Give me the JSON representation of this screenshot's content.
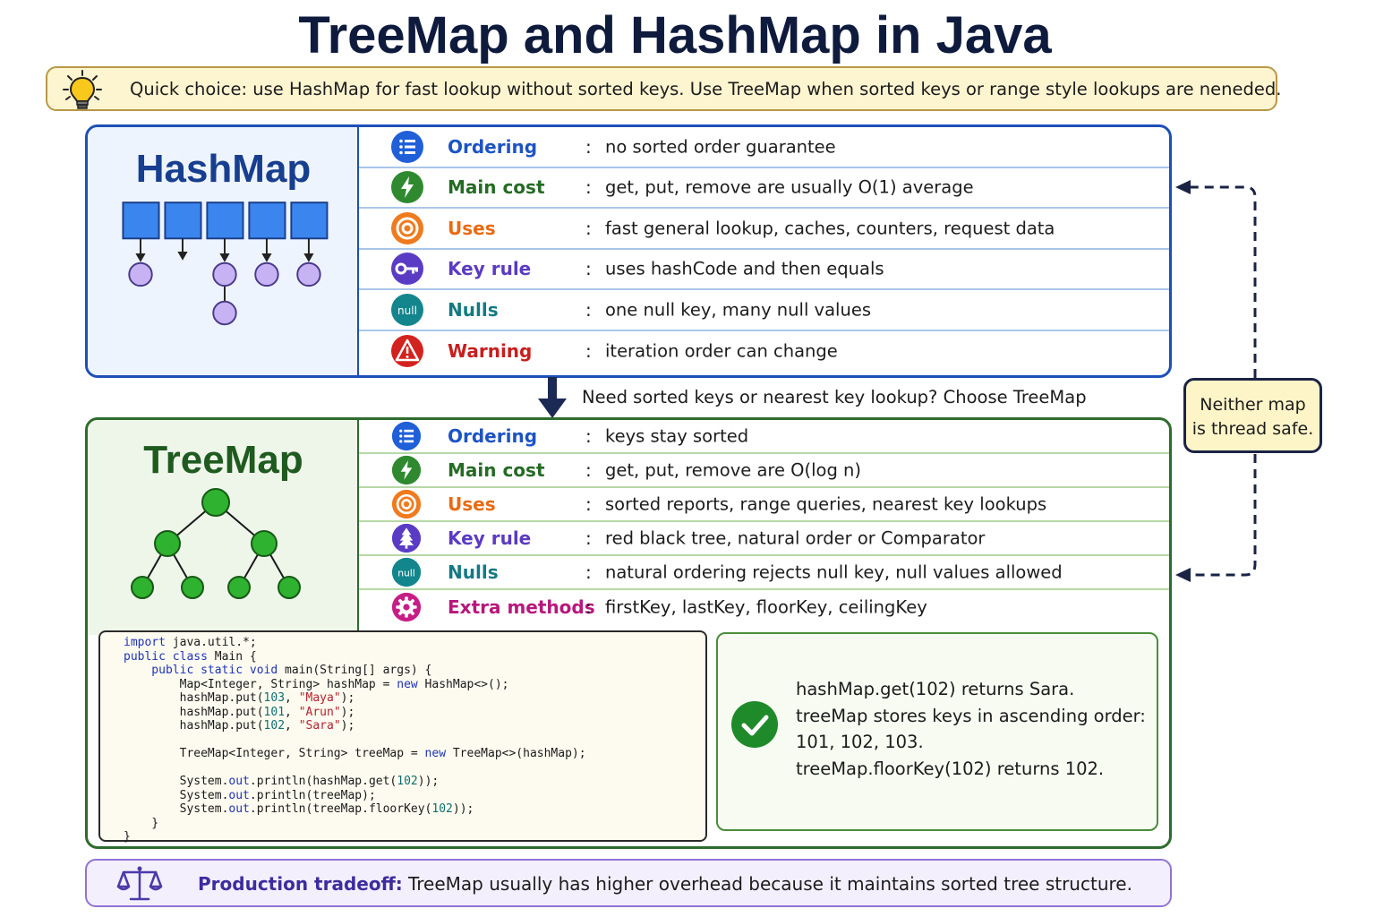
{
  "title": "TreeMap and HashMap in Java",
  "quick_choice": {
    "icon": "lightbulb-icon",
    "text": "Quick choice: use HashMap for fast lookup without sorted keys. Use TreeMap when sorted keys or range style lookups are neneded."
  },
  "hashmap": {
    "title": "HashMap",
    "rows": [
      {
        "icon": "list-icon",
        "label": "Ordering",
        "value": "no sorted order guarantee"
      },
      {
        "icon": "lightning-icon",
        "label": "Main cost",
        "value": "get, put, remove are usually O(1) average"
      },
      {
        "icon": "target-icon",
        "label": "Uses",
        "value": "fast general lookup, caches, counters, request data"
      },
      {
        "icon": "key-icon",
        "label": "Key rule",
        "value": "uses hashCode and then equals"
      },
      {
        "icon": "null-icon",
        "label": "Nulls",
        "value": "one null key, many null values"
      },
      {
        "icon": "warning-icon",
        "label": "Warning",
        "value": "iteration order can change"
      }
    ]
  },
  "transition_text": "Need sorted keys or nearest key lookup? Choose TreeMap",
  "side_note": {
    "line1": "Neither map",
    "line2": "is thread safe."
  },
  "treemap": {
    "title": "TreeMap",
    "rows": [
      {
        "icon": "list-icon",
        "label": "Ordering",
        "value": "keys stay sorted"
      },
      {
        "icon": "lightning-icon",
        "label": "Main cost",
        "value": "get, put, remove are O(log n)"
      },
      {
        "icon": "target-icon",
        "label": "Uses",
        "value": "sorted reports, range queries, nearest key lookups"
      },
      {
        "icon": "tree-icon",
        "label": "Key rule",
        "value": "red black tree, natural order or Comparator"
      },
      {
        "icon": "null-icon",
        "label": "Nulls",
        "value": "natural ordering rejects null key, null values allowed"
      },
      {
        "icon": "gear-icon",
        "label": "Extra methods",
        "value": "firstKey, lastKey, floorKey, ceilingKey"
      }
    ]
  },
  "code": {
    "l1_kw": "import",
    "l1_rest": " java.util.*;",
    "l2_kw": "public class",
    "l2_rest": " Main {",
    "l3_kw": "    public static void",
    "l3_rest": " main(String[] args) {",
    "l4_a": "        Map<Integer, String> hashMap = ",
    "l4_kw": "new",
    "l4_b": " HashMap<>();",
    "l5_a": "        hashMap.put(",
    "l5_num": "103",
    "l5_b": ", ",
    "l5_str": "\"Maya\"",
    "l5_c": ");",
    "l6_a": "        hashMap.put(",
    "l6_num": "101",
    "l6_b": ", ",
    "l6_str": "\"Arun\"",
    "l6_c": ");",
    "l7_a": "        hashMap.put(",
    "l7_num": "102",
    "l7_b": ", ",
    "l7_str": "\"Sara\"",
    "l7_c": ");",
    "l9_a": "        TreeMap<Integer, String> treeMap = ",
    "l9_kw": "new",
    "l9_b": " TreeMap<>(hashMap);",
    "l11_a": "        System.",
    "l11_kw": "out",
    "l11_b": ".println(hashMap.get(",
    "l11_num": "102",
    "l11_c": "));",
    "l12_a": "        System.",
    "l12_kw": "out",
    "l12_b": ".println(treeMap);",
    "l13_a": "        System.",
    "l13_kw": "out",
    "l13_b": ".println(treeMap.floorKey(",
    "l13_num": "102",
    "l13_c": "));",
    "l14": "    }",
    "l15": "}"
  },
  "result": {
    "icon": "check-circle-icon",
    "lines": [
      "hashMap.get(102) returns Sara.",
      "treeMap stores keys in ascending order:",
      "101, 102, 103.",
      "treeMap.floorKey(102) returns 102."
    ]
  },
  "tradeoff": {
    "icon": "balance-scale-icon",
    "label": "Production tradeoff:",
    "text": "TreeMap usually has higher overhead because it maintains sorted tree structure."
  },
  "colors": {
    "hash_border": "#1d4fb8",
    "tree_border": "#2e6b2e",
    "quick_bg": "#fdf4d0",
    "tradeoff_border": "#8f74d4"
  }
}
